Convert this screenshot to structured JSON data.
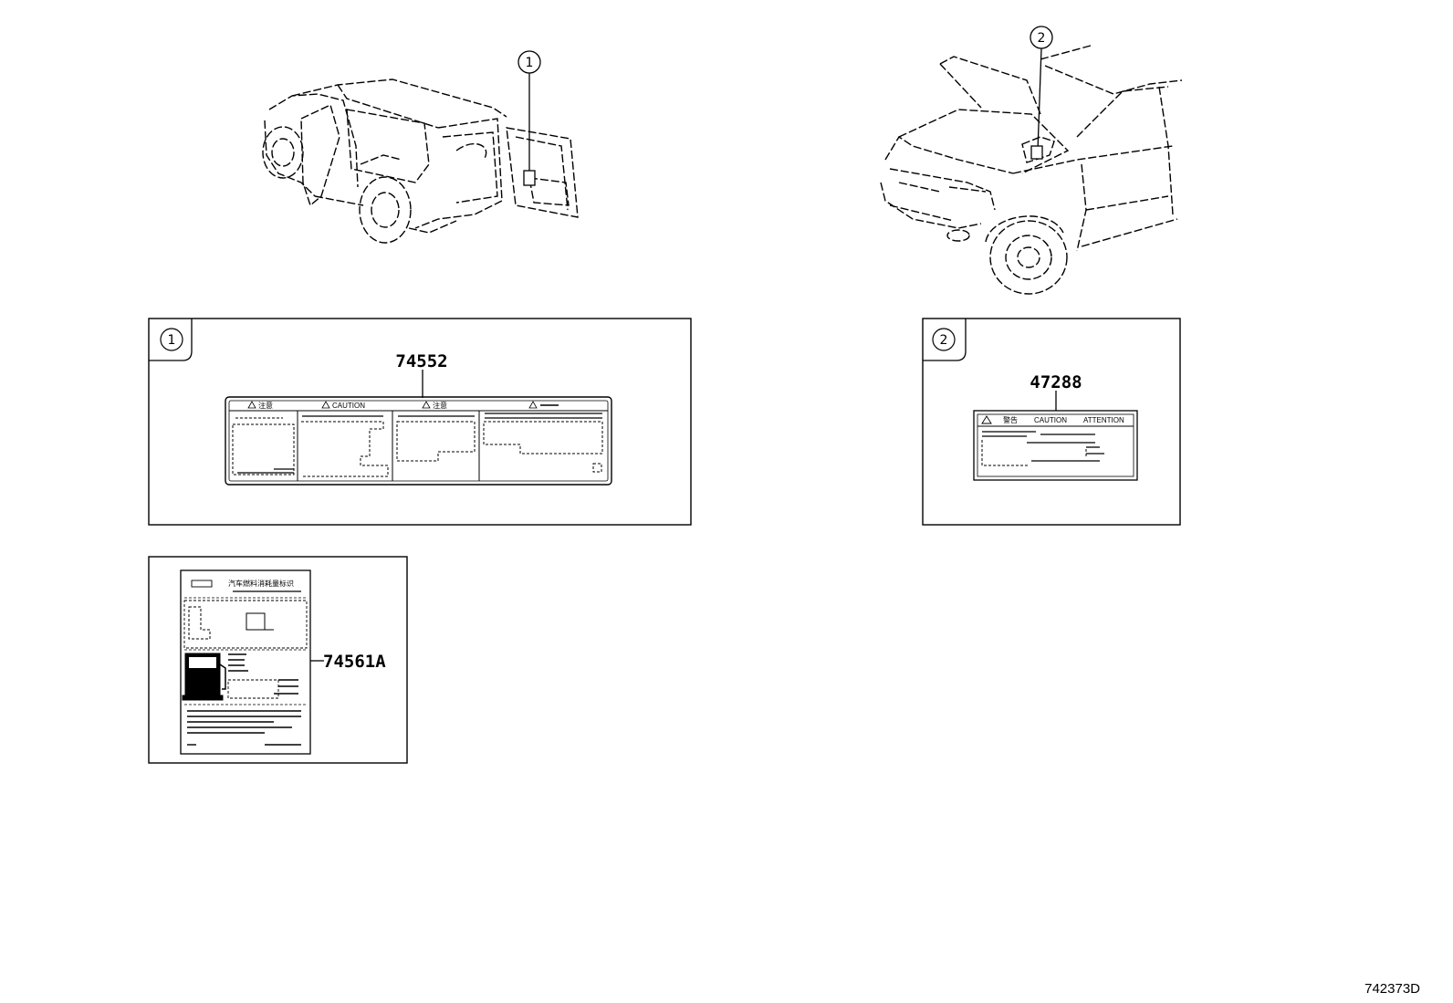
{
  "callouts": {
    "one": "1",
    "two": "2"
  },
  "parts": {
    "label_rear": "74552",
    "label_hood": "47288",
    "label_fuel": "74561A"
  },
  "label_rear_texts": {
    "panel1_header": "注意",
    "panel2_header": "CAUTION",
    "panel3_header": "注意"
  },
  "label_hood_texts": {
    "header_cn": "警告",
    "header_caution": "CAUTION",
    "header_attention": "ATTENTION"
  },
  "label_fuel_texts": {
    "title": "汽车燃料消耗量标识"
  },
  "diagram_code": "742373D"
}
